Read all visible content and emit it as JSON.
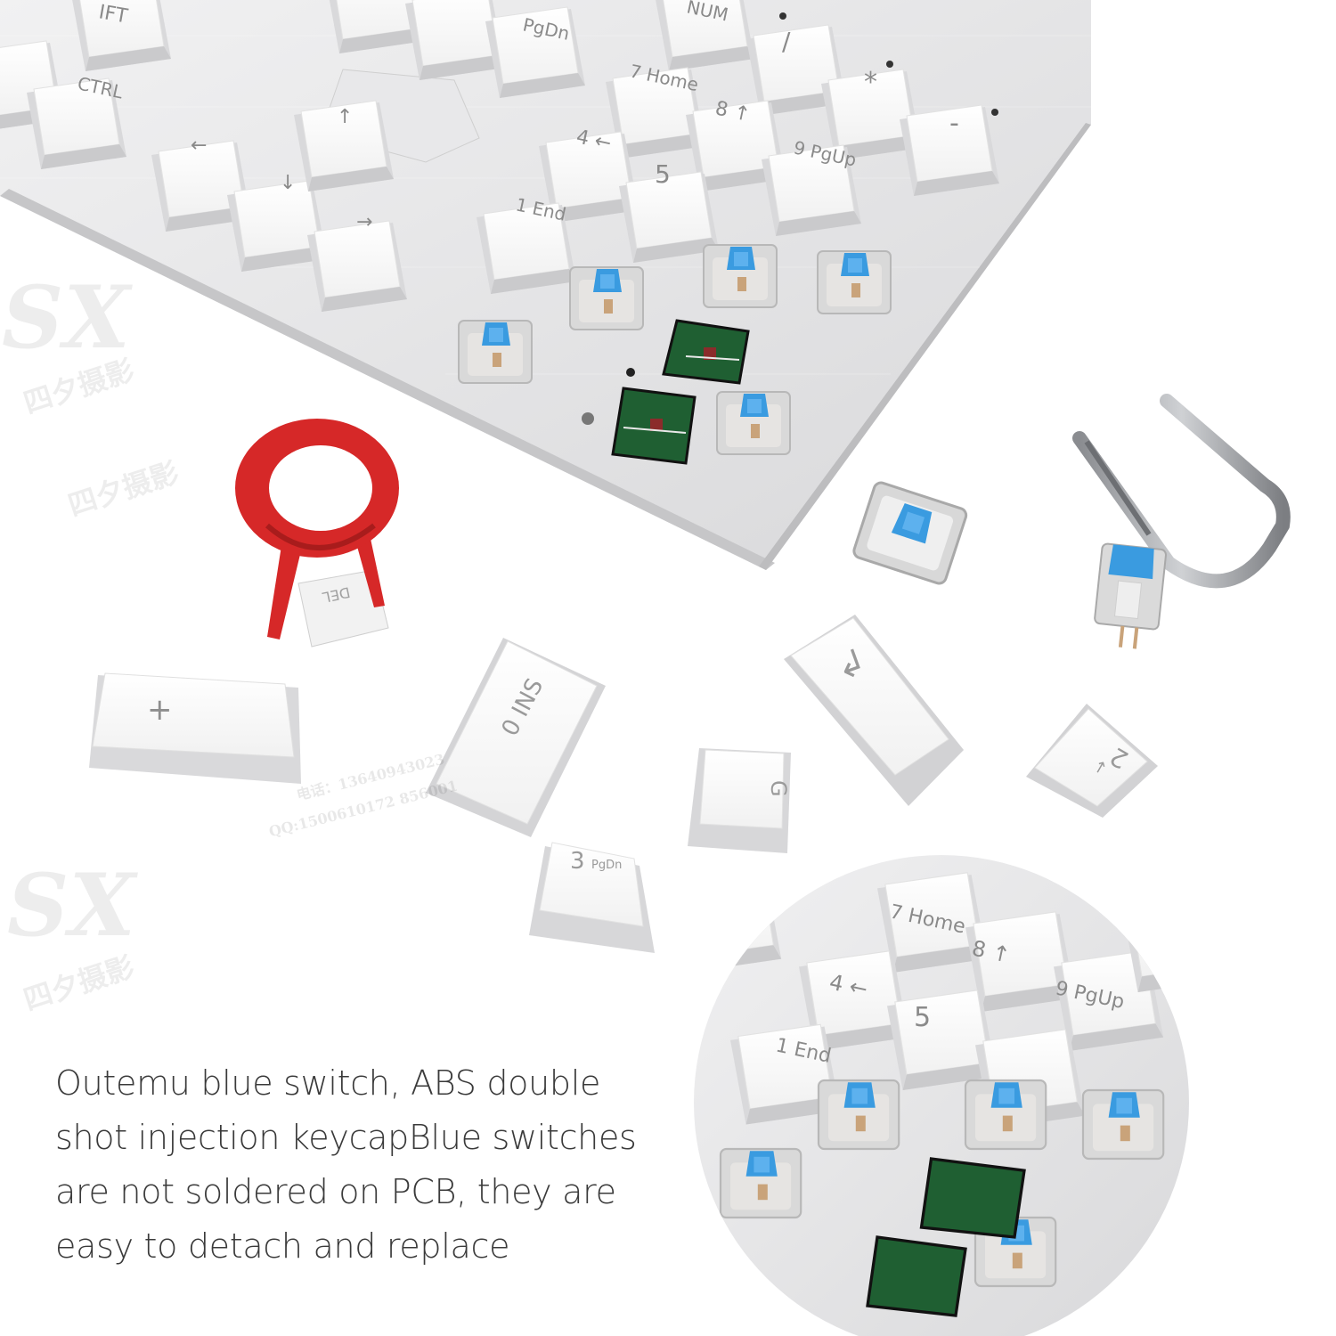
{
  "caption": {
    "lines": [
      "Outemu blue switch, ABS double",
      "shot injection keycapBlue switches",
      "are not soldered on PCB, they are",
      "easy to detach and replace"
    ]
  },
  "watermark": {
    "logo": "SX",
    "cn": "四夕摄影",
    "phone": "电话：13640943023",
    "qq": "QQ:1500610172  856001"
  },
  "keyboard_legends": {
    "top_row": [
      "IFT",
      "PgDn",
      "NUM",
      "/",
      "*",
      "-"
    ],
    "ctrl": "CTRL",
    "numpad": [
      "7 Home",
      "8 ↑",
      "9 PgUp",
      "4 ←",
      "5",
      "1 End"
    ],
    "arrows": [
      "↑",
      "←",
      "↓",
      "→"
    ]
  },
  "loose_keycaps": {
    "plus": "+",
    "ins": "0 INS",
    "enter": "↲",
    "num_3": "3",
    "num_3_sub": "PgDn",
    "num_2": "2",
    "num_2_sub": "↓",
    "del": "DEL",
    "g": "G"
  },
  "zoom_legends": [
    "7 Home",
    "8 ↑",
    "9 PgUp",
    "4 ←",
    "5",
    "1 End"
  ],
  "colors": {
    "switch_blue": "#3a9be0",
    "puller_red": "#d62828",
    "pcb_green": "#1f5f32",
    "plate_silver": "#e4e4e6",
    "keycap_white": "#f6f6f6"
  }
}
